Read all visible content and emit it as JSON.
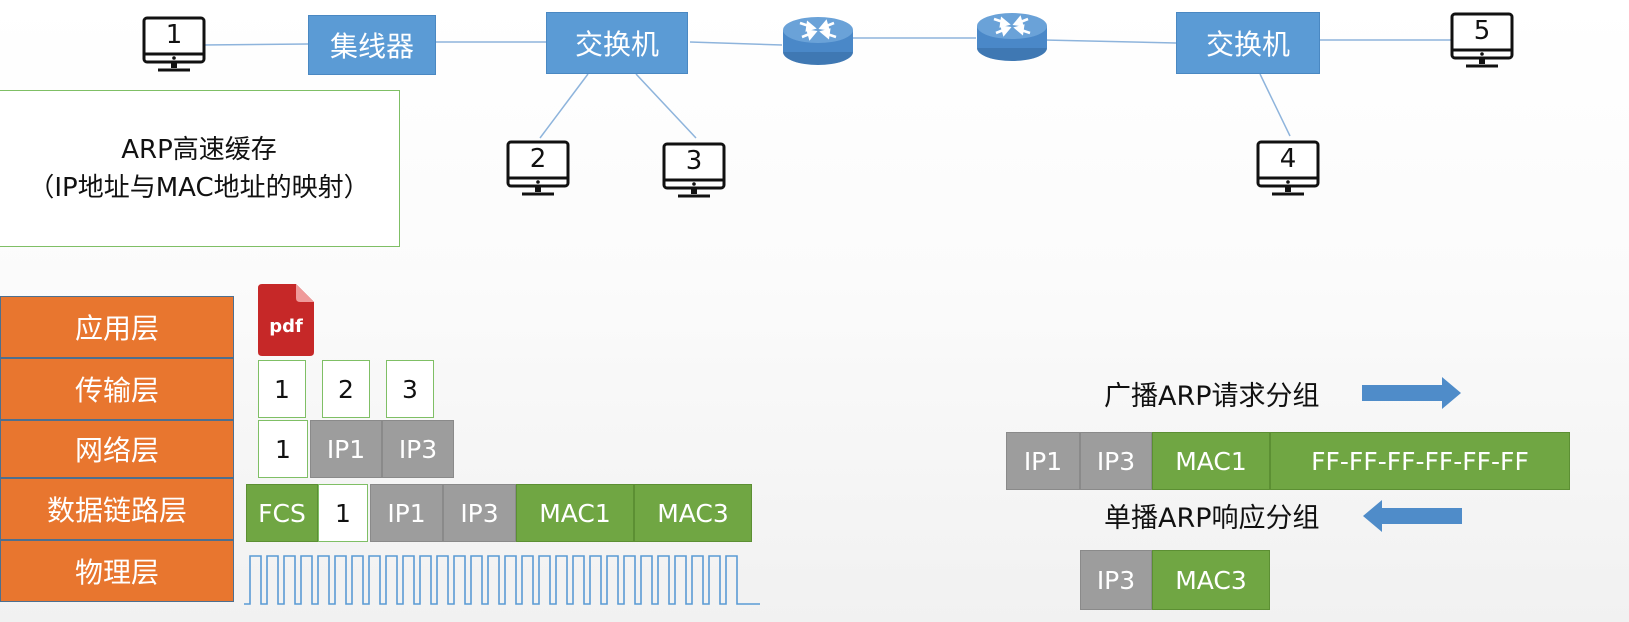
{
  "topology": {
    "pcs": [
      "1",
      "2",
      "3",
      "4",
      "5"
    ],
    "hub": "集线器",
    "switch_left": "交换机",
    "switch_right": "交换机",
    "router_icons": [
      "router-icon",
      "router-icon"
    ]
  },
  "arp_cache": {
    "line1": "ARP高速缓存",
    "line2": "（IP地址与MAC地址的映射）"
  },
  "layers": [
    "应用层",
    "传输层",
    "网络层",
    "数据链路层",
    "物理层"
  ],
  "pdf_label": "pdf",
  "transport_segments": [
    "1",
    "2",
    "3"
  ],
  "network_packet": [
    "1",
    "IP1",
    "IP3"
  ],
  "frame": [
    "FCS",
    "1",
    "IP1",
    "IP3",
    "MAC1",
    "MAC3"
  ],
  "arp": {
    "request_label": "广播ARP请求分组",
    "request_fields": [
      "IP1",
      "IP3",
      "MAC1",
      "FF-FF-FF-FF-FF-FF"
    ],
    "reply_label": "单播ARP响应分组",
    "reply_fields": [
      "IP3",
      "MAC3"
    ]
  },
  "colors": {
    "device_blue": "#5b9bd5",
    "layer_orange": "#e8762f",
    "field_grey": "#9d9d9d",
    "field_green": "#70a643",
    "arrow_blue": "#4f8cc9"
  }
}
